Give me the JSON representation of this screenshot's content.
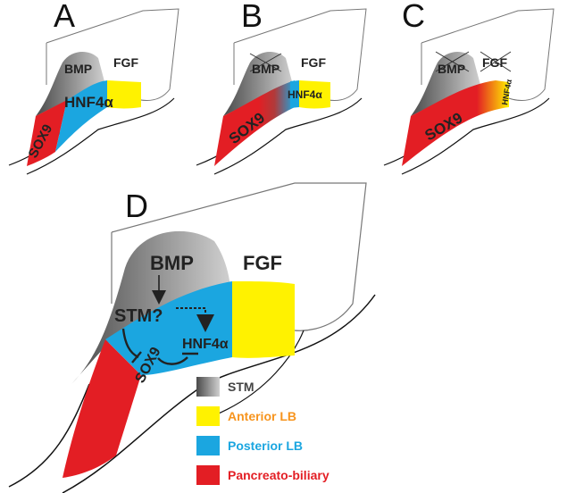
{
  "colors": {
    "stm_dark": "#555555",
    "stm_light": "#c8c8c8",
    "anterior_lb": "#fff200",
    "posterior_lb": "#1ba6e0",
    "pancreato_biliary": "#e31e24",
    "legend_anterior_text": "#f7941d",
    "legend_posterior_text": "#1ba6e0",
    "legend_pancreato_text": "#e31e24",
    "legend_stm_text": "#444444"
  },
  "panels": {
    "a": {
      "letter": "A",
      "bmp": "BMP",
      "fgf": "FGF",
      "hnf4a": "HNF4α",
      "sox9": "SOX9"
    },
    "b": {
      "letter": "B",
      "bmp": "BMP",
      "fgf": "FGF",
      "hnf4a": "HNF4α",
      "sox9": "SOX9"
    },
    "c": {
      "letter": "C",
      "bmp": "BMP",
      "fgf": "FGF",
      "hnf4a": "HNF4α",
      "sox9": "SOX9"
    },
    "d": {
      "letter": "D",
      "bmp": "BMP",
      "fgf": "FGF",
      "hnf4a": "HNF4α",
      "sox9": "SOX9",
      "stm": "STM?"
    }
  },
  "legend": [
    {
      "label": "STM",
      "swatch": "stm"
    },
    {
      "label": "Anterior LB",
      "swatch": "anterior"
    },
    {
      "label": "Posterior LB",
      "swatch": "posterior"
    },
    {
      "label": "Pancreato-biliary",
      "swatch": "pancreato"
    }
  ]
}
